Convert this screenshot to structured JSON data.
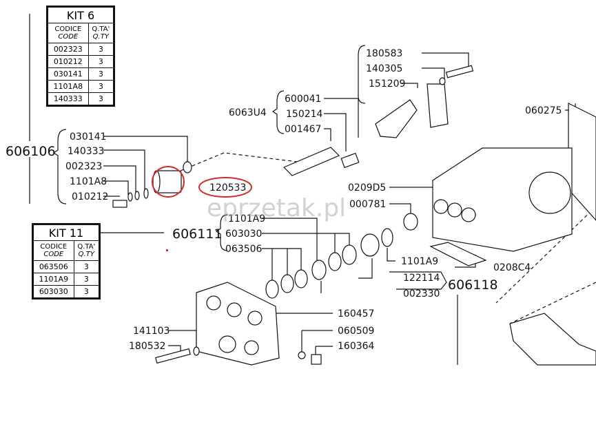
{
  "watermark": "eprzetak.pl",
  "kit6": {
    "title": "KIT 6",
    "col1": "CODICE",
    "col1b": "CODE",
    "col2": "Q.TA'",
    "col2b": "Q.TY",
    "rows": [
      {
        "code": "002323",
        "qty": "3"
      },
      {
        "code": "010212",
        "qty": "3"
      },
      {
        "code": "030141",
        "qty": "3"
      },
      {
        "code": "1101A8",
        "qty": "3"
      },
      {
        "code": "140333",
        "qty": "3"
      }
    ]
  },
  "kit11": {
    "title": "KIT 11",
    "col1": "CODICE",
    "col1b": "CODE",
    "col2": "Q.TA'",
    "col2b": "Q.TY",
    "rows": [
      {
        "code": "063506",
        "qty": "3"
      },
      {
        "code": "1101A9",
        "qty": "3"
      },
      {
        "code": "603030",
        "qty": "3"
      }
    ]
  },
  "groups": {
    "g606106": "606106",
    "g6063U4": "6063U4",
    "g606111": "606111",
    "g606118": "606118"
  },
  "parts": {
    "p030141": "030141",
    "p140333": "140333",
    "p002323": "002323",
    "p1101A8": "1101A8",
    "p010212": "010212",
    "p120533": "120533",
    "p180583": "180583",
    "p140305": "140305",
    "p151209": "151209",
    "p600041": "600041",
    "p150214": "150214",
    "p001467": "001467",
    "p060275": "060275",
    "p0209D5": "0209D5",
    "p000781": "000781",
    "p1101A9": "1101A9",
    "p603030": "603030",
    "p063506": "063506",
    "p1101A9b": "1101A9",
    "p122114": "122114",
    "p002330": "002330",
    "p0208C4": "0208C4",
    "p160457": "160457",
    "p060509": "060509",
    "p160364": "160364",
    "p141103": "141103",
    "p180532": "180532"
  },
  "colors": {
    "ink": "#111111",
    "highlight": "#d42a2a",
    "watermark": "#9a9a9a"
  }
}
